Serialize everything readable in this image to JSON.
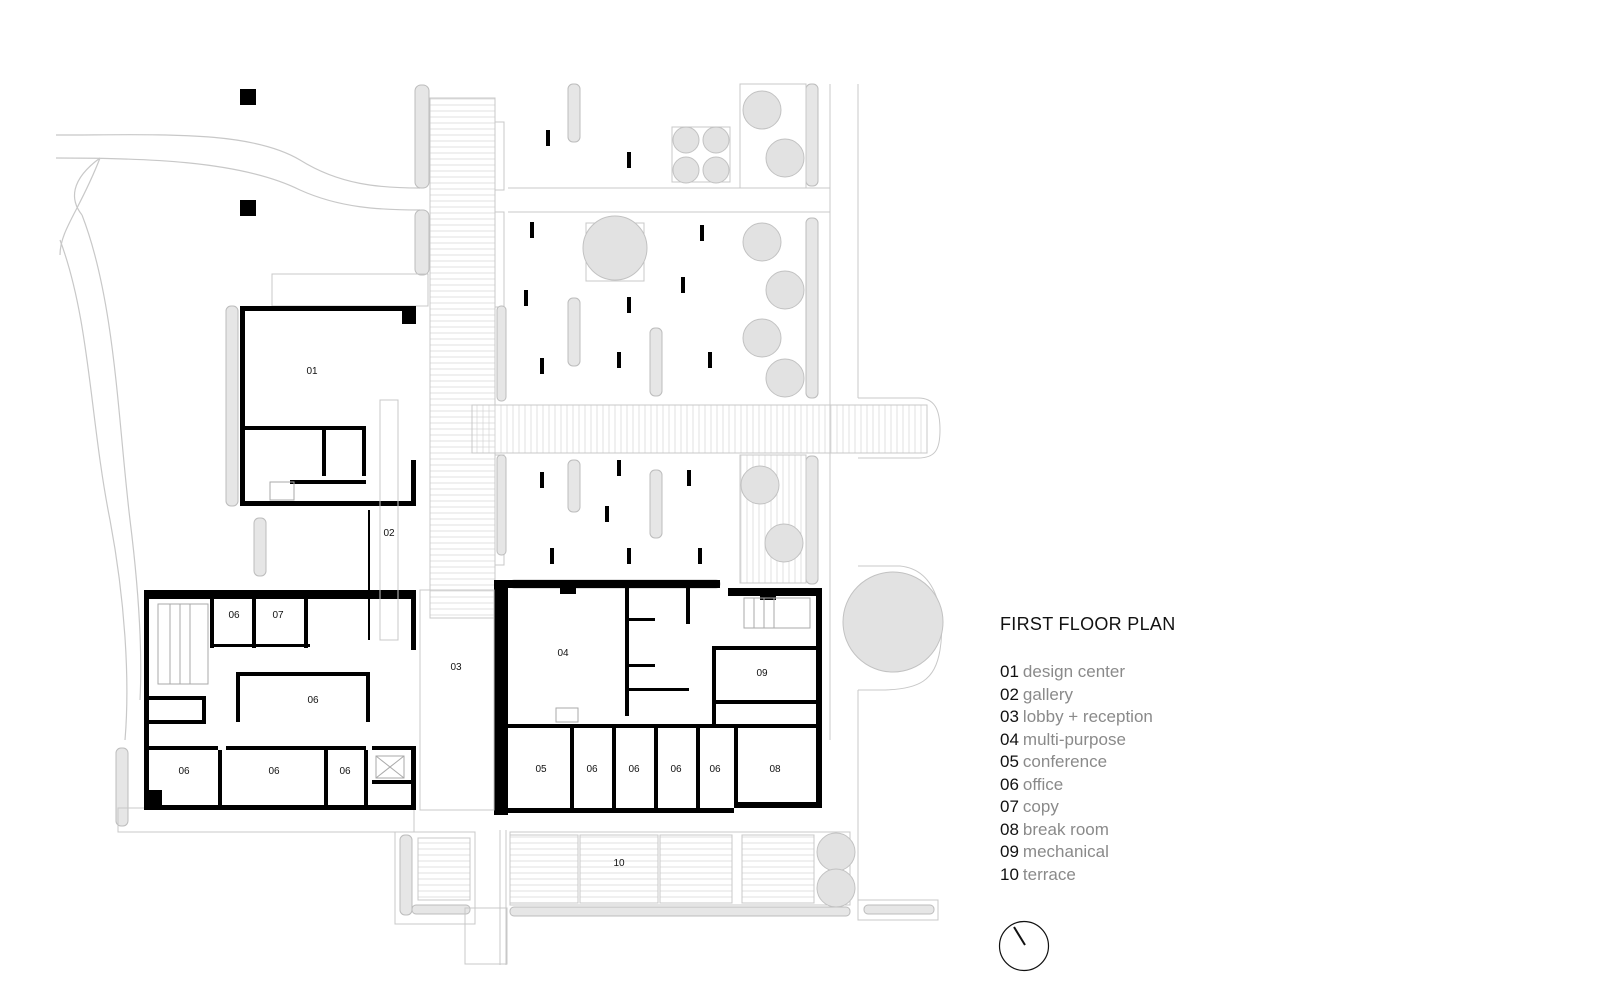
{
  "title": "FIRST FLOOR PLAN",
  "legend": [
    {
      "num": "01",
      "name": "design center"
    },
    {
      "num": "02",
      "name": "gallery"
    },
    {
      "num": "03",
      "name": "lobby + reception"
    },
    {
      "num": "04",
      "name": "multi-purpose"
    },
    {
      "num": "05",
      "name": "conference"
    },
    {
      "num": "06",
      "name": "office"
    },
    {
      "num": "07",
      "name": "copy"
    },
    {
      "num": "08",
      "name": "break room"
    },
    {
      "num": "09",
      "name": "mechanical"
    },
    {
      "num": "10",
      "name": "terrace"
    }
  ],
  "room_labels": {
    "r01": "01",
    "r02": "02",
    "r03": "03",
    "r04": "04",
    "r05": "05",
    "r06a": "06",
    "r06b": "06",
    "r06c": "06",
    "r06d": "06",
    "r06e": "06",
    "r06f": "06",
    "r06g": "06",
    "r06h": "06",
    "r07": "07",
    "r08": "08",
    "r09": "09",
    "r10": "10"
  },
  "colors": {
    "wall": "#000000",
    "outline": "#c8c8c8",
    "tree": "#bdbdbd",
    "text_primary": "#111111",
    "text_secondary": "#8a8a8a"
  },
  "icons": {
    "north_arrow": "north-arrow-icon"
  }
}
